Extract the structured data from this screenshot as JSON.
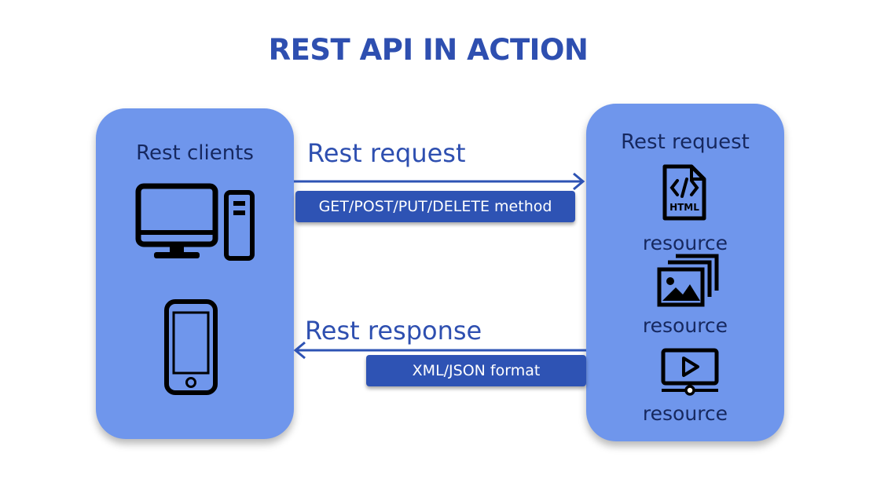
{
  "title": "REST API IN ACTION",
  "clients_panel": {
    "heading": "Rest clients",
    "icons": [
      "desktop-computer-icon",
      "smartphone-icon"
    ]
  },
  "server_panel": {
    "heading": "Rest request",
    "resources": [
      {
        "icon": "html-file-icon",
        "label": "resource"
      },
      {
        "icon": "image-gallery-icon",
        "label": "resource"
      },
      {
        "icon": "video-player-icon",
        "label": "resource"
      }
    ]
  },
  "request_flow": {
    "label": "Rest request",
    "method_label": "GET/POST/PUT/DELETE method"
  },
  "response_flow": {
    "label": "Rest response",
    "format_label": "XML/JSON format"
  },
  "colors": {
    "title": "#2e4fb0",
    "panel": "#6f96ec",
    "pill": "#2e53b4",
    "arrow": "#2e53b4",
    "dark_text": "#16285f"
  }
}
